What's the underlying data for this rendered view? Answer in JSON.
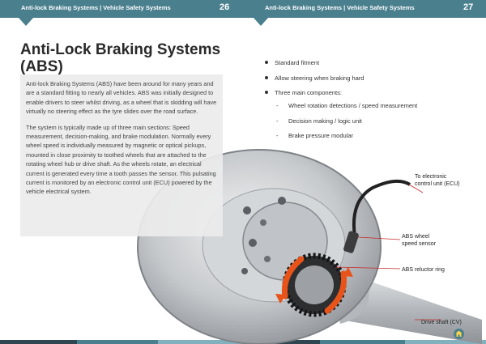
{
  "header": {
    "left_title": "Anti-lock Braking Systems | Vehicle Safety Systems",
    "left_page": "26",
    "right_title": "Anti-lock Braking Systems | Vehicle Safety Systems",
    "right_page": "27"
  },
  "heading": {
    "line1": "Anti-Lock Braking Systems",
    "line2": "(ABS)"
  },
  "paragraphs": [
    "Anti-lock Braking Systems (ABS) have been around for many years and are a standard fitting to nearly all vehicles. ABS was initially designed to enable drivers to steer whilst driving, as a wheel that is skidding will have virtually no steering effect as the tyre slides over the road surface.",
    "The system is typically made up of three main sections: Speed measurement, decision-making, and brake modulation. Normally every wheel speed is individually measured by magnetic or optical pickups, mounted in close proximity to toothed wheels that are attached to the rotating wheel hub or drive shaft. As the wheels rotate, an electrical current is generated every time a tooth passes the sensor. This pulsating current is monitored by an electronic control unit (ECU) powered by the vehicle electrical system."
  ],
  "bullets": [
    "Standard fitment",
    "Allow steering when braking hard",
    "Three main components:"
  ],
  "sub_bullets": [
    "Wheel rotation detections / speed measurement",
    "Decision making / logic unit",
    "Brake pressure modular"
  ],
  "diagram": {
    "callout_ecu": [
      "To electronic",
      "control unit (ECU)"
    ],
    "callout_sensor": [
      "ABS wheel",
      "speed sensor"
    ],
    "callout_ring": "ABS reluctor ring",
    "callout_shaft": "Drive shaft (CV)"
  },
  "colors": {
    "header": "#4a7f8e",
    "footer": [
      "#2f4650",
      "#4a7f8e",
      "#83b0bd",
      "#2f4650",
      "#4a7f8e",
      "#83b0bd"
    ],
    "arrow": "#e8531a"
  },
  "icons": {
    "home": "home-icon"
  }
}
